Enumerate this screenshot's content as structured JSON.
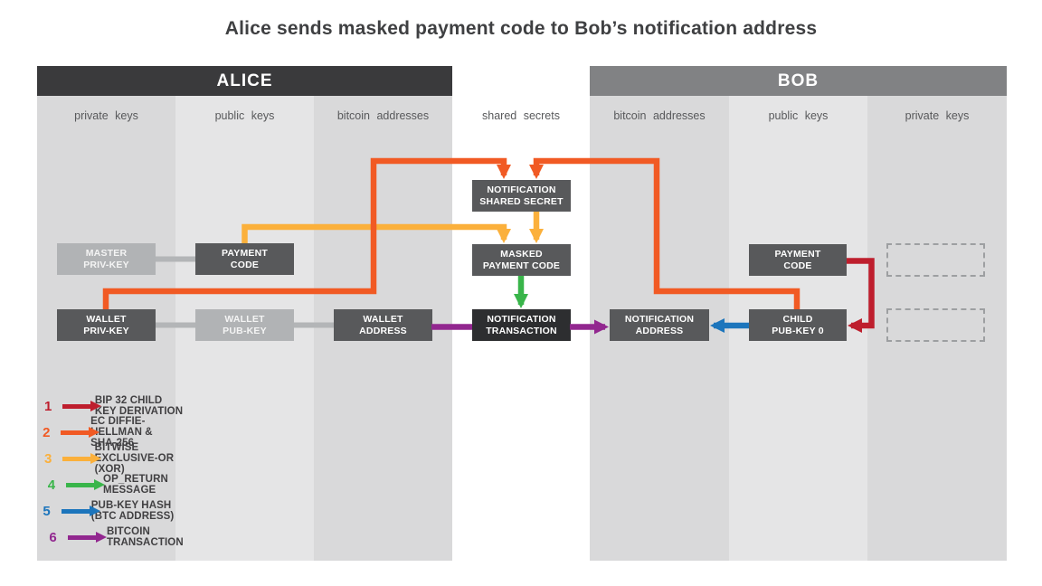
{
  "title": "Alice sends masked payment code to Bob’s notification address",
  "panels": {
    "alice": {
      "header": "ALICE",
      "columns": [
        "private keys",
        "public keys",
        "bitcoin addresses"
      ]
    },
    "shared": {
      "column": "shared secrets"
    },
    "bob": {
      "header": "BOB",
      "columns": [
        "bitcoin addresses",
        "public keys",
        "private keys"
      ]
    }
  },
  "boxes": {
    "master_priv_key": [
      "MASTER",
      "PRIV-KEY"
    ],
    "payment_code_alice": [
      "PAYMENT",
      "CODE"
    ],
    "wallet_priv_key": [
      "WALLET",
      "PRIV-KEY"
    ],
    "wallet_pub_key": [
      "WALLET",
      "PUB-KEY"
    ],
    "wallet_address": [
      "WALLET",
      "ADDRESS"
    ],
    "notification_shared_secret": [
      "NOTIFICATION",
      "SHARED SECRET"
    ],
    "masked_payment_code": [
      "MASKED",
      "PAYMENT CODE"
    ],
    "notification_transaction": [
      "NOTIFICATION",
      "TRANSACTION"
    ],
    "notification_address": [
      "NOTIFICATION",
      "ADDRESS"
    ],
    "child_pub_key_0": [
      "CHILD",
      "PUB-KEY 0"
    ],
    "payment_code_bob": [
      "PAYMENT",
      "CODE"
    ]
  },
  "legend": [
    {
      "num": "1",
      "label": "BIP 32 CHILD KEY DERIVATION",
      "color": "#be1e2d"
    },
    {
      "num": "2",
      "label": "EC DIFFIE-HELLMAN & SHA-256",
      "color": "#f15a24"
    },
    {
      "num": "3",
      "label": "BITWISE EXCLUSIVE-OR (XOR)",
      "color": "#fbb03b"
    },
    {
      "num": "4",
      "label": "OP_RETURN MESSAGE",
      "color": "#39b54a"
    },
    {
      "num": "5",
      "label": "PUB-KEY HASH (BTC ADDRESS)",
      "color": "#1c75bc"
    },
    {
      "num": "6",
      "label": "BITCOIN TRANSACTION",
      "color": "#92278f"
    }
  ],
  "colors": {
    "red": "#be1e2d",
    "orange": "#f15a24",
    "yellow": "#fbb03b",
    "green": "#39b54a",
    "blue": "#1c75bc",
    "purple": "#92278f",
    "gray_connector": "#b3b5b7",
    "alice_header_bg": "#3a3a3c",
    "bob_header_bg": "#818284",
    "column_dark": "#d9d9da",
    "column_light": "#e5e5e6",
    "box_dark": "#58595b",
    "box_light": "#b1b3b5",
    "box_black": "#2d2e30"
  }
}
